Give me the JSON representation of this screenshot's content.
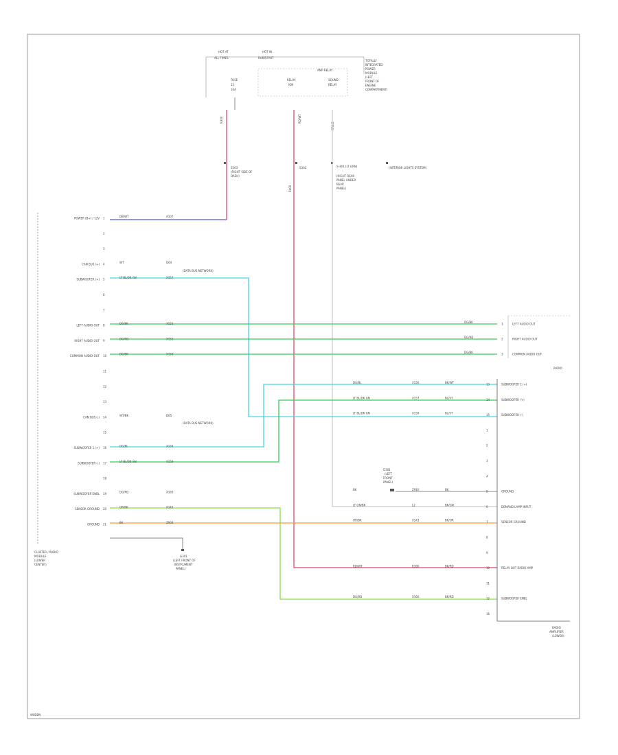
{
  "diagram_id": "W0D0N",
  "colors": {
    "red": "#e8456a",
    "blue": "#5a58d8",
    "cyan": "#40d8e0",
    "green": "#33cc55",
    "lime": "#88e044",
    "orange": "#ff9a40",
    "gray": "#888888"
  },
  "left_module": {
    "title_lines": [
      "CLUSTER / RADIO",
      "MODULE",
      "(LOWER",
      "CENTER)"
    ],
    "pins": [
      {
        "num": "1",
        "label": "POWER (B+) / 12V",
        "code": "DB/WT",
        "ckt": "A107"
      },
      {
        "num": "2",
        "label": "",
        "code": "",
        "ckt": ""
      },
      {
        "num": "3",
        "label": "",
        "code": "",
        "ckt": ""
      },
      {
        "num": "4",
        "label": "CAN BUS (+)",
        "code": "WT",
        "ckt": "D64"
      },
      {
        "num": "5",
        "label": "SUBWOOFER (+)",
        "code": "LT BL/DK GN",
        "ckt": "X157"
      },
      {
        "num": "6",
        "label": "",
        "code": "",
        "ckt": ""
      },
      {
        "num": "7",
        "label": "",
        "code": "",
        "ckt": ""
      },
      {
        "num": "8",
        "label": "LEFT AUDIO OUT",
        "code": "DG/BK",
        "ckt": "X151"
      },
      {
        "num": "9",
        "label": "RIGHT AUDIO OUT",
        "code": "DG/RD",
        "ckt": "X152"
      },
      {
        "num": "10",
        "label": "COMMON AUDIO OUT",
        "code": "DG/BK",
        "ckt": "X158"
      },
      {
        "num": "11",
        "label": "",
        "code": "",
        "ckt": ""
      },
      {
        "num": "12",
        "label": "",
        "code": "",
        "ckt": ""
      },
      {
        "num": "13",
        "label": "",
        "code": "",
        "ckt": ""
      },
      {
        "num": "14",
        "label": "CAN BUS (-)",
        "code": "WT/BK",
        "ckt": "D65"
      },
      {
        "num": "15",
        "label": "",
        "code": "",
        "ckt": ""
      },
      {
        "num": "16",
        "label": "SUBWOOFER 1 (+)",
        "code": "DG/BL",
        "ckt": "X156"
      },
      {
        "num": "17",
        "label": "SUBWOOFER (-)",
        "code": "LT BL/DK GN",
        "ckt": "X159"
      },
      {
        "num": "18",
        "label": "",
        "code": "",
        "ckt": ""
      },
      {
        "num": "19",
        "label": "SUBWOOFER ENBL",
        "code": "DG/RD",
        "ckt": "X160"
      },
      {
        "num": "20",
        "label": "SENSOR GROUND",
        "code": "OR/BK",
        "ckt": "X143"
      },
      {
        "num": "21",
        "label": "GROUND",
        "code": "BK",
        "ckt": "Z909"
      }
    ],
    "notes": [
      "(DATA BUS NETWORK)",
      "(DATA BUS NETWORK)"
    ]
  },
  "ground": {
    "lines": [
      "G301",
      "(LEFT FRONT OF",
      "INSTRUMENT",
      "PANEL)"
    ]
  },
  "top": {
    "fuse_labels": [
      "HOT AT",
      "ALL TIMES",
      "HOT IN",
      "RUN/START"
    ],
    "fuse_detail": [
      "FUSE",
      "15",
      "10A"
    ],
    "relay_label": "AMP RELAY",
    "relay_sub": [
      "RELAY",
      "IGN",
      "SOUND",
      "RELAY"
    ],
    "junction_title": [
      "TOTALLY",
      "INTEGRATED",
      "POWER",
      "MODULE",
      "(LEFT",
      "FRONT OF",
      "ENGINE",
      "COMPARTMENT)"
    ],
    "splice_labels": [
      "S203",
      "(RIGHT SIDE OF",
      "DASH)",
      "S302",
      "S-301 (LT GRN)",
      "(RIGHT REAR",
      "PANEL UNDER",
      "REAR",
      "PANEL)"
    ],
    "info_label": "(INTERIOR LIGHTS SYSTEM)",
    "wire_codes": [
      "R300",
      "RD/WT",
      "R400",
      "GR/LG"
    ]
  },
  "right_top": {
    "pins": [
      {
        "num": "1",
        "label": "LEFT AUDIO OUT",
        "code": "DG/BK"
      },
      {
        "num": "2",
        "label": "RIGHT AUDIO OUT",
        "code": "DG/RD"
      },
      {
        "num": "3",
        "label": "COMMON AUDIO OUT",
        "code": "DG/BK"
      }
    ],
    "ref": "RADIO"
  },
  "right_module": {
    "title_lines": [
      "RADIO",
      "AMPLIFIER",
      "(LOWER)"
    ],
    "pins": [
      {
        "num": "13",
        "label": "SUBWOOFER 1 (+)",
        "code": "DG/BL",
        "ckt": "X156",
        "dest": "BK/WT"
      },
      {
        "num": "14",
        "label": "SUBWOOFER (+)",
        "code": "LT BL/DK GN",
        "ckt": "X157",
        "dest": "BL/VT"
      },
      {
        "num": "15",
        "label": "SUBWOOFER (-)",
        "code": "LT BL/DK GN",
        "ckt": "X159",
        "dest": "BL/VT"
      },
      {
        "num": "1",
        "label": "",
        "code": "",
        "ckt": "",
        "dest": ""
      },
      {
        "num": "2",
        "label": "",
        "code": "",
        "ckt": "",
        "dest": ""
      },
      {
        "num": "3",
        "label": "",
        "code": "",
        "ckt": "",
        "dest": ""
      },
      {
        "num": "4",
        "label": "",
        "code": "",
        "ckt": "",
        "dest": ""
      },
      {
        "num": "5",
        "label": "GROUND",
        "code": "BK",
        "ckt": "Z910",
        "dest": "BK"
      },
      {
        "num": "6",
        "label": "DEMAND LAMP INPUT",
        "code": "LT GN/BK",
        "ckt": "L2",
        "dest": "BK/GN"
      },
      {
        "num": "7",
        "label": "SENSOR GROUND",
        "code": "OR/BK",
        "ckt": "X143",
        "dest": "BK/OR"
      },
      {
        "num": "8",
        "label": "",
        "code": "",
        "ckt": "",
        "dest": ""
      },
      {
        "num": "9",
        "label": "",
        "code": "",
        "ckt": "",
        "dest": ""
      },
      {
        "num": "10",
        "label": "RELAY OUT RADIO AMP",
        "code": "RD/WT",
        "ckt": "R300",
        "dest": "BK/RD"
      },
      {
        "num": "11",
        "label": "",
        "code": "",
        "ckt": "",
        "dest": ""
      },
      {
        "num": "12",
        "label": "SUBWOOFER ENBL",
        "code": "DG/RD",
        "ckt": "X160",
        "dest": "BK/RD"
      },
      {
        "num": "16",
        "label": "",
        "code": "",
        "ckt": "",
        "dest": ""
      }
    ],
    "ground_lines": [
      "G301",
      "(LEFT",
      "FRONT",
      "PANEL)"
    ]
  }
}
